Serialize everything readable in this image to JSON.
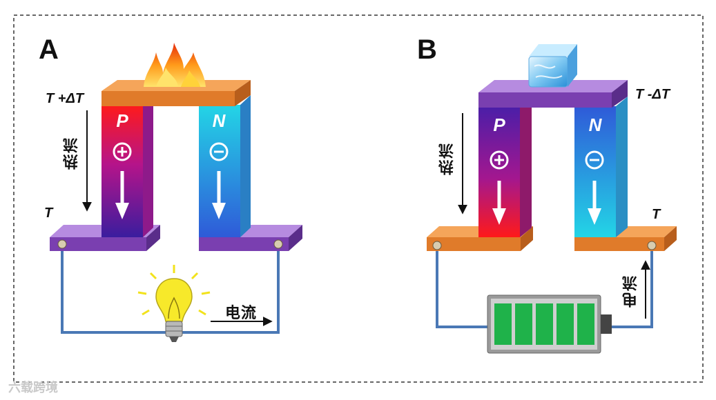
{
  "panels": {
    "a": {
      "letter": "A",
      "hot_side_temp": "T +ΔT",
      "cold_side_temp": "T",
      "p_leg": "P",
      "n_leg": "N",
      "heat_flow_label": "热流",
      "current_label": "电流",
      "top_source": "flame-icon",
      "load": "lightbulb-icon"
    },
    "b": {
      "letter": "B",
      "cold_side_temp": "T -ΔT",
      "base_temp": "T",
      "p_leg": "P",
      "n_leg": "N",
      "heat_flow_label": "热流",
      "current_label": "电流",
      "top_source": "ice-cube-icon",
      "load": "battery-icon"
    }
  },
  "watermark": "六载跨境",
  "colors": {
    "purple": "#7a3fb0",
    "orange": "#e07b2a",
    "wire": "#4a78b5",
    "battery_cell": "#1fb24a"
  }
}
